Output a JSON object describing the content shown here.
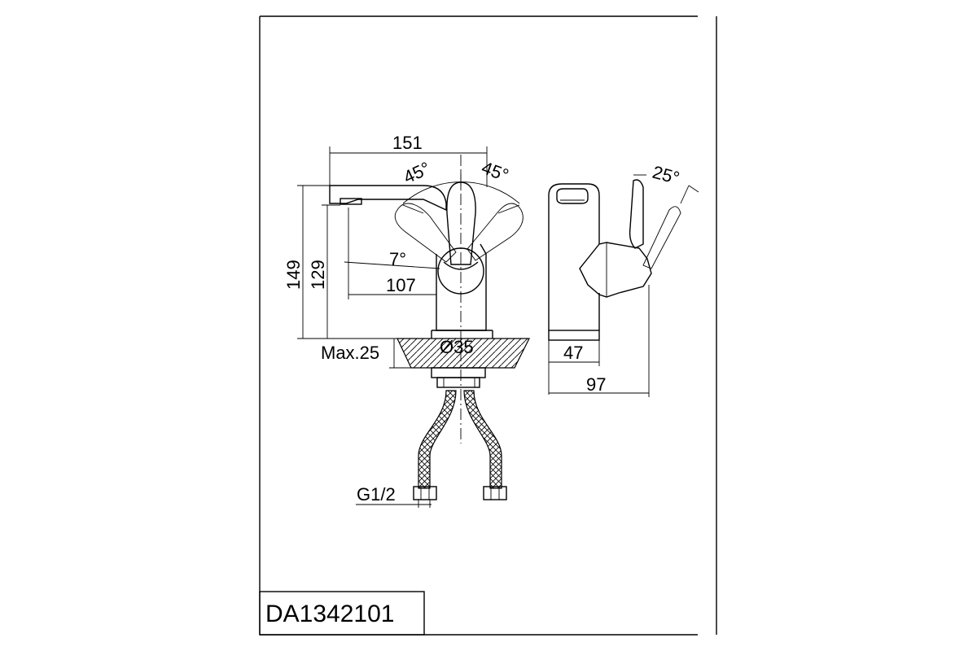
{
  "drawing": {
    "model_code": "DA1342101",
    "front_view": {
      "width_total": "151",
      "height_total": "149",
      "spout_height": "129",
      "spout_reach": "107",
      "handle_angle_left": "45°",
      "handle_angle_right": "45°",
      "spout_angle": "7°",
      "base_diameter": "Ø35",
      "max_deck_thickness": "Max.25",
      "inlet_thread": "G1/2"
    },
    "side_view": {
      "handle_angle": "25°",
      "base_depth": "47",
      "total_depth": "97"
    }
  }
}
